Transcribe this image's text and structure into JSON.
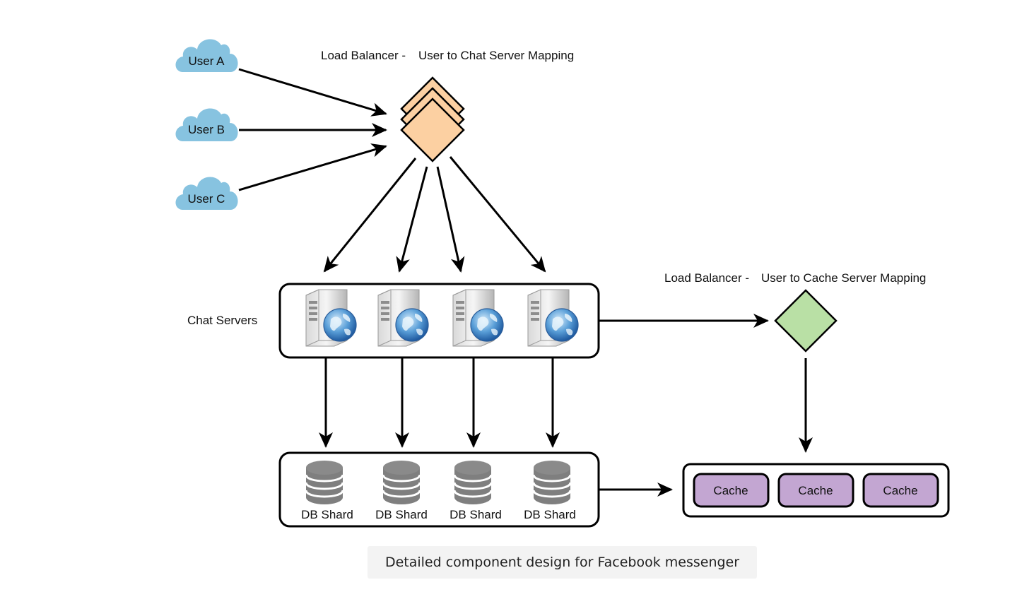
{
  "users": [
    "User A",
    "User B",
    "User C"
  ],
  "load_balancer_top": {
    "title": "Load Balancer -",
    "mapping": "User to Chat Server Mapping"
  },
  "load_balancer_cache": {
    "title": "Load Balancer -",
    "mapping": "User to Cache Server Mapping"
  },
  "chat_servers_label": "Chat Servers",
  "db_shards": [
    "DB Shard",
    "DB Shard",
    "DB Shard",
    "DB Shard"
  ],
  "caches": [
    "Cache",
    "Cache",
    "Cache"
  ],
  "caption": "Detailed component design for Facebook messenger",
  "colors": {
    "cloud": "#87c3e0",
    "lb_top": "#fcd0a2",
    "lb_cache": "#b9e0a5",
    "cache": "#c3a6d2",
    "db": "#808080"
  }
}
